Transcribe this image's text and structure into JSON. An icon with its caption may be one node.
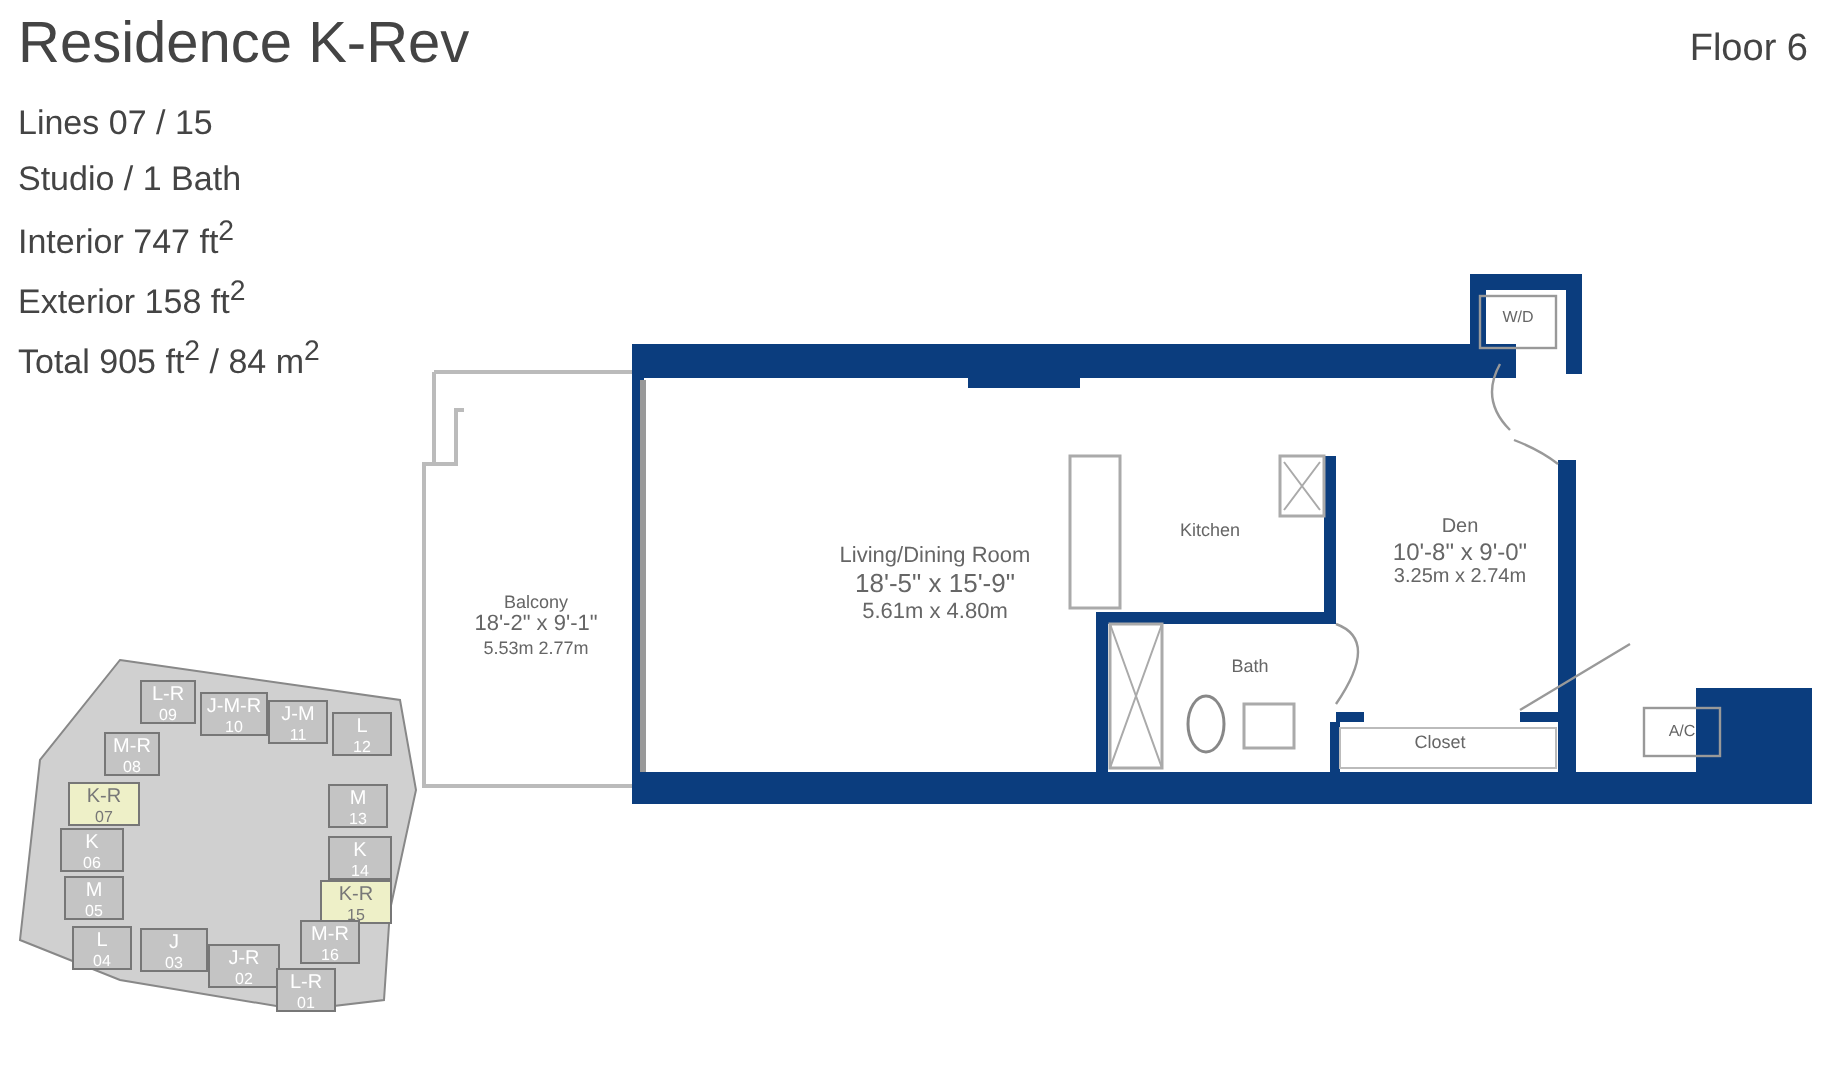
{
  "diagram": {
    "title": "Residence K-Rev",
    "nodes": [
      {
        "text": [
          "Balcony",
          "18'-2\" x 9'-1\"",
          "5.53m 2.77m"
        ]
      },
      {
        "text": [
          "Living/Dining Room",
          "18'-5\" x 15'-9\"",
          "5.61m x 4.80m"
        ]
      },
      {
        "text": [
          "Kitchen"
        ]
      },
      {
        "text": [
          "Den",
          "10'-8\" x 9'-0\"",
          "3.25m x 2.74m"
        ]
      },
      {
        "text": [
          "W/D"
        ]
      },
      {
        "text": [
          "Bath"
        ]
      },
      {
        "text": [
          "Closet"
        ]
      },
      {
        "text": [
          "A/C"
        ]
      },
      {
        "text": [
          "L-R",
          "09"
        ]
      },
      {
        "text": [
          "J-M-R",
          "10"
        ]
      },
      {
        "text": [
          "J-M",
          "11"
        ]
      },
      {
        "text": [
          "L",
          "12"
        ]
      },
      {
        "text": [
          "M-R",
          "08"
        ]
      },
      {
        "text": [
          "M",
          "13"
        ]
      },
      {
        "text": [
          "K-R",
          "07"
        ]
      },
      {
        "text": [
          "K",
          "06"
        ]
      },
      {
        "text": [
          "K",
          "14"
        ]
      },
      {
        "text": [
          "M",
          "05"
        ]
      },
      {
        "text": [
          "K-R",
          "15"
        ]
      },
      {
        "text": [
          "M-R",
          "16"
        ]
      },
      {
        "text": [
          "L",
          "04"
        ]
      },
      {
        "text": [
          "J",
          "03"
        ]
      },
      {
        "text": [
          "J-R",
          "02"
        ]
      },
      {
        "text": [
          "L-R",
          "01"
        ]
      }
    ],
    "labels": [
      "Floor 6",
      "Lines 07 / 15",
      "Studio / 1 Bath",
      "Interior 747 ft$^{2}$",
      "Exterior 158 ft$^{2}$",
      "Total 905 ft$^{2}$ / 84 m$^{2}$"
    ]
  }
}
